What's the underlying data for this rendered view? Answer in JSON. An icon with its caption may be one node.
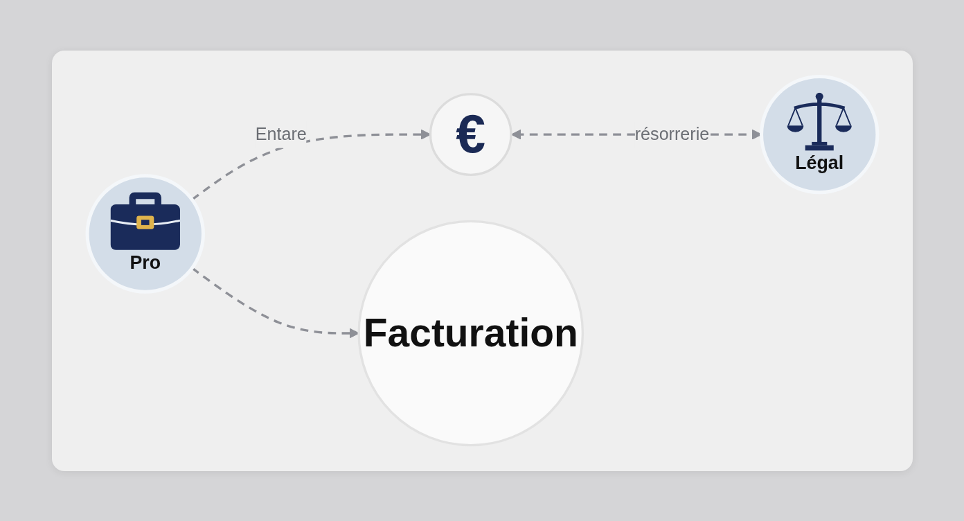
{
  "diagram": {
    "nodes": [
      {
        "text": [
          "Pro"
        ]
      },
      {
        "text": [
          "€"
        ]
      },
      {
        "text": [
          "Facturation"
        ]
      },
      {
        "text": [
          "Légal"
        ]
      }
    ],
    "edges": [
      {
        "from": 0,
        "to": 1,
        "arrow": "to",
        "label": "Entare",
        "style": "dashed"
      },
      {
        "from": 1,
        "to": 3,
        "arrow": "both",
        "label": "résorrerie",
        "style": "dashed"
      },
      {
        "from": 0,
        "to": 2,
        "arrow": "to",
        "style": "dashed"
      }
    ]
  }
}
